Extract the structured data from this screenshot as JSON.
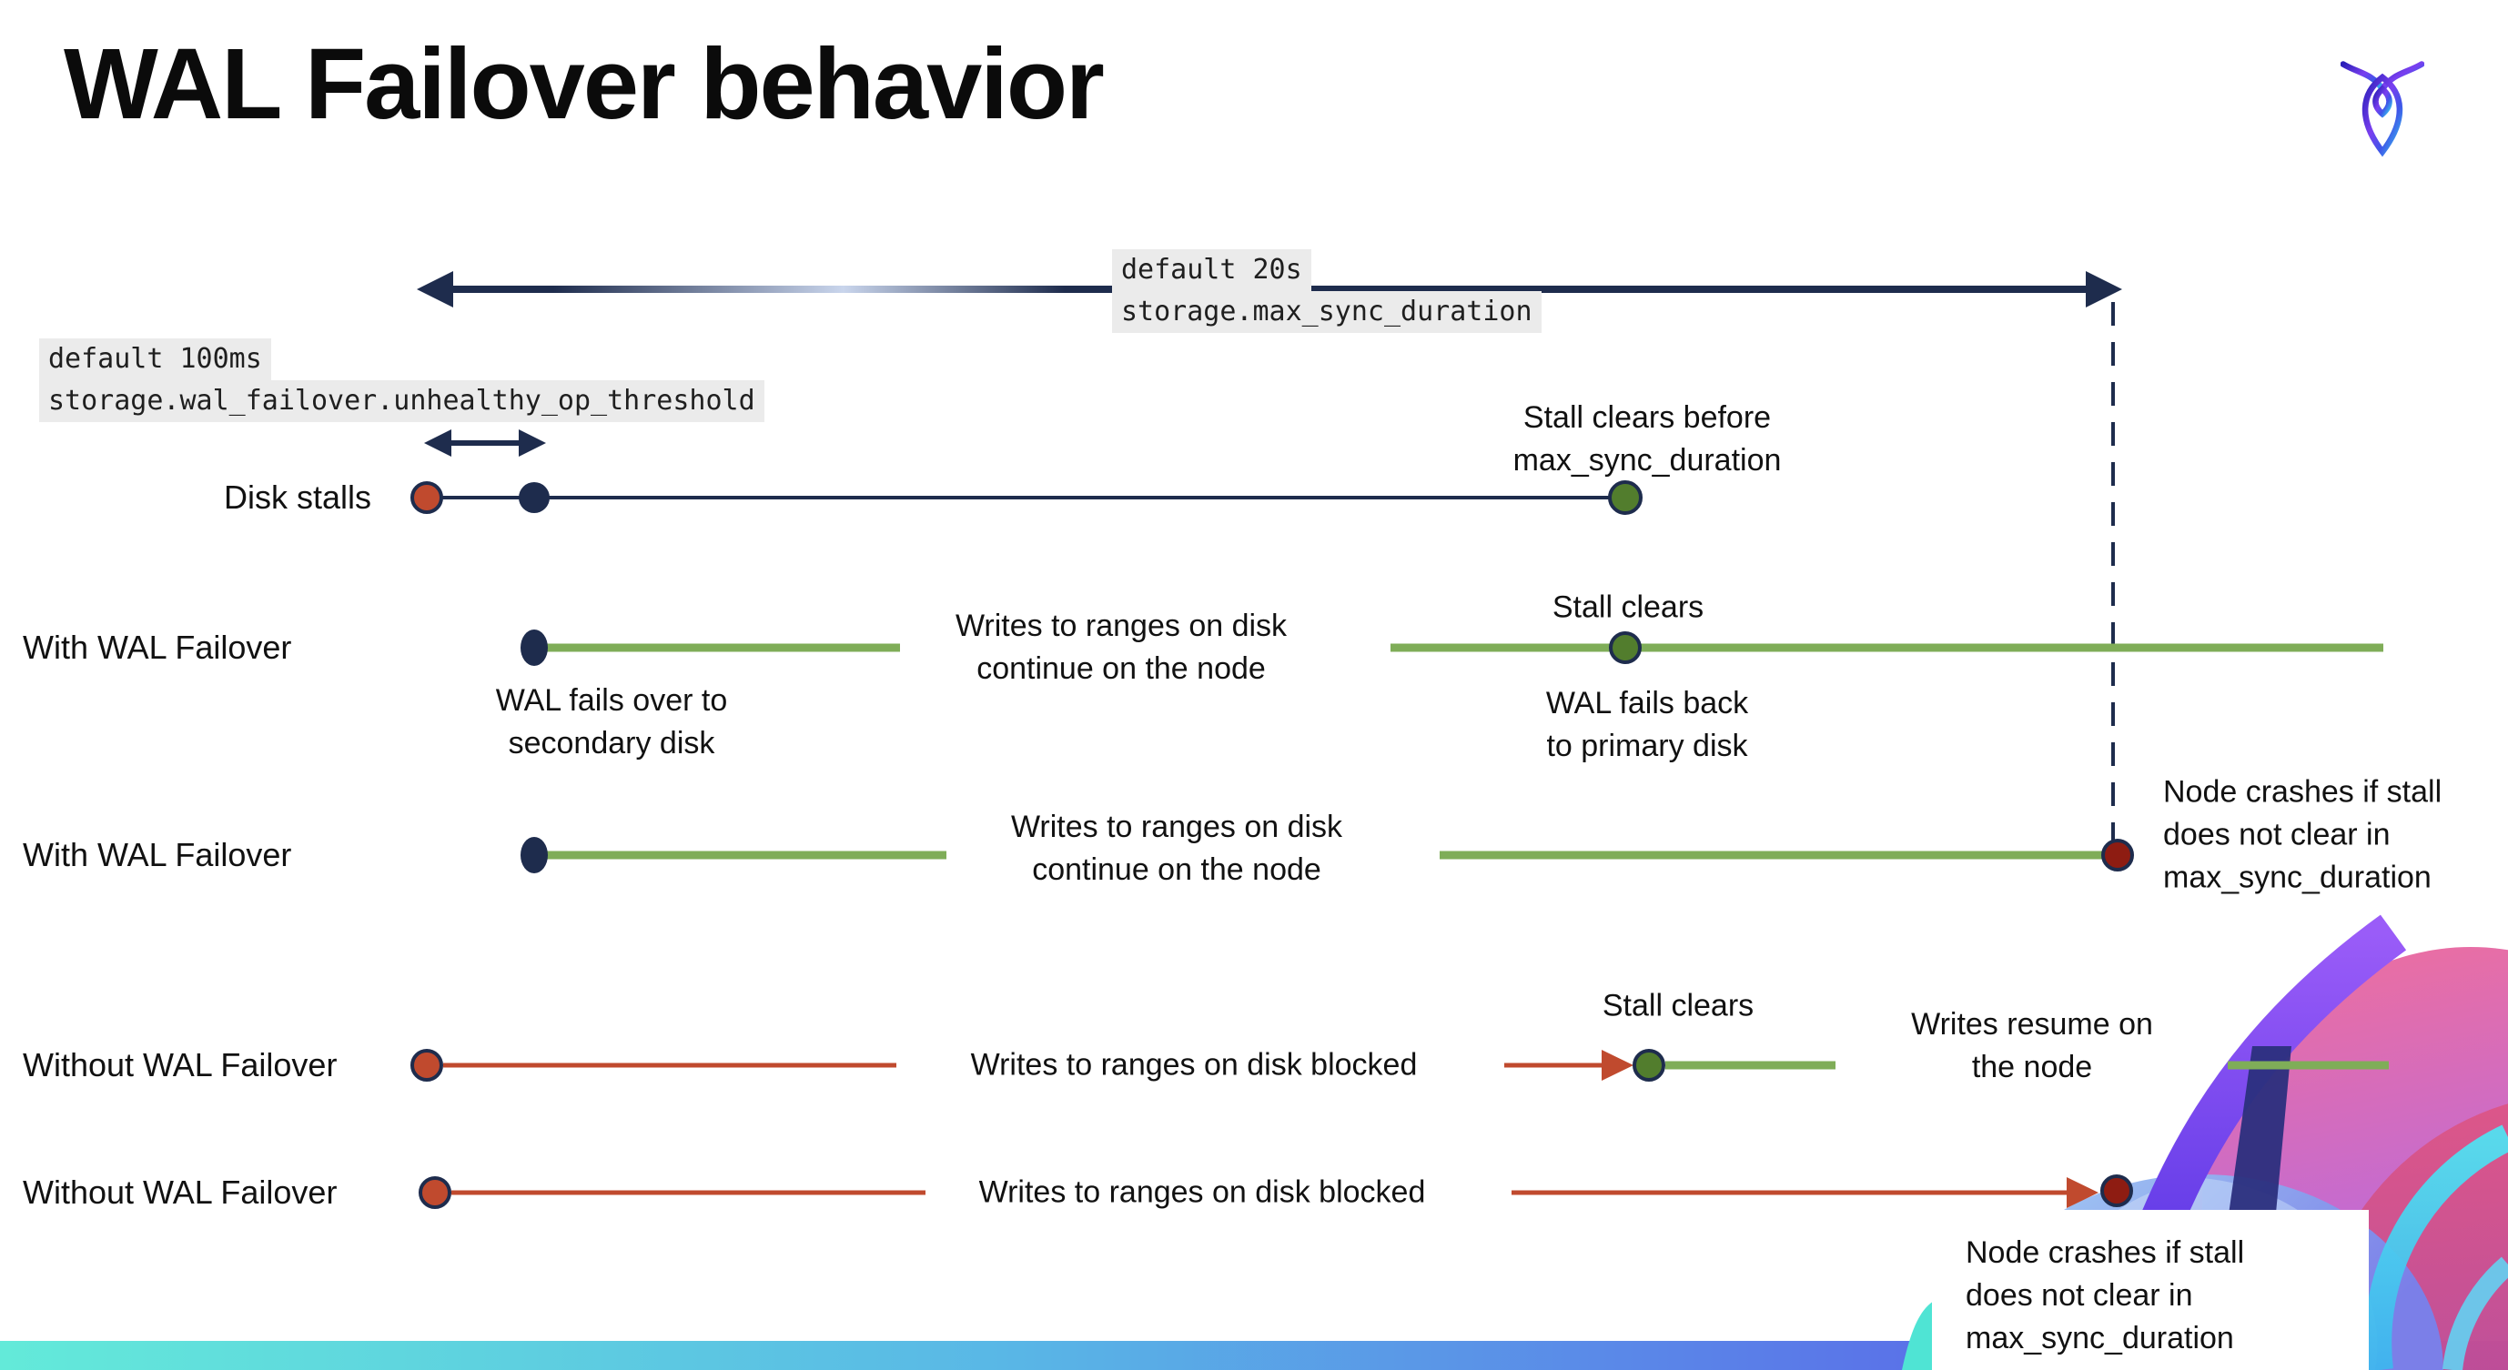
{
  "title": "WAL Failover behavior",
  "brand": {
    "logo": "cockroachdb-mark"
  },
  "settings": {
    "max_sync_duration": {
      "default_label": "default 20s",
      "name": "storage.max_sync_duration"
    },
    "unhealthy_op_threshold": {
      "default_label": "default 100ms",
      "name": "storage.wal_failover.unhealthy_op_threshold"
    }
  },
  "colors": {
    "navy": "#1e2c4d",
    "red_line": "#c04a2e",
    "red_dot": "#c04a2e",
    "dark_red_dot": "#8e1c12",
    "green_dot": "#527d2d",
    "green_line": "#7fad58",
    "code_background": "#ebebeb",
    "bar_gradient_start": "#63ead9",
    "bar_gradient_end": "#5b45ea"
  },
  "rows": [
    {
      "label": "Disk stalls",
      "note_stall_clears": "Stall clears before\nmax_sync_duration"
    },
    {
      "label": "With WAL Failover",
      "note_mid": "Writes to ranges on disk\ncontinue on the node",
      "note_stall": "Stall clears",
      "note_failover": "WAL fails over to\nsecondary disk",
      "note_failback": "WAL fails  back\nto primary disk"
    },
    {
      "label": "With WAL Failover",
      "note_mid": "Writes to ranges on disk\ncontinue on the node",
      "note_crash": "Node crashes if stall\ndoes not clear in\nmax_sync_duration"
    },
    {
      "label": "Without WAL Failover",
      "note_mid": "Writes to ranges on disk  blocked",
      "note_stall": "Stall clears",
      "note_resume": "Writes resume on\nthe node"
    },
    {
      "label": "Without WAL Failover",
      "note_mid": "Writes to ranges on disk  blocked",
      "note_crash": "Node crashes if stall\ndoes not clear in\nmax_sync_duration"
    }
  ]
}
